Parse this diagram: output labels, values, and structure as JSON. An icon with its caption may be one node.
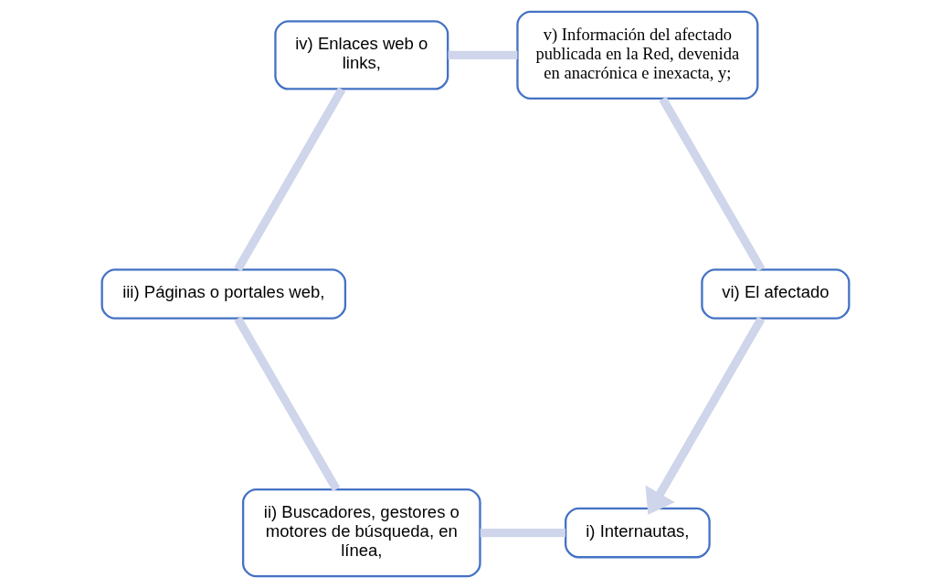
{
  "diagram": {
    "nodes": [
      {
        "text": [
          "i) Internautas,"
        ]
      },
      {
        "text": [
          "ii) Buscadores, gestores o motores de búsqueda, en línea,"
        ]
      },
      {
        "text": [
          "iii) Páginas o portales web,"
        ]
      },
      {
        "text": [
          "iv) Enlaces web o links,"
        ]
      },
      {
        "text": [
          "v) Información del afectado publicada en la Red, devenida en anacrónica e inexacta, y;"
        ]
      },
      {
        "text": [
          "vi) El afectado"
        ]
      }
    ],
    "edges": [
      {
        "from": 0,
        "to": 1,
        "arrow": "none"
      },
      {
        "from": 1,
        "to": 2,
        "arrow": "none"
      },
      {
        "from": 2,
        "to": 3,
        "arrow": "none"
      },
      {
        "from": 3,
        "to": 4,
        "arrow": "none"
      },
      {
        "from": 4,
        "to": 5,
        "arrow": "none"
      },
      {
        "from": 5,
        "to": 0,
        "arrow": "to"
      }
    ]
  }
}
